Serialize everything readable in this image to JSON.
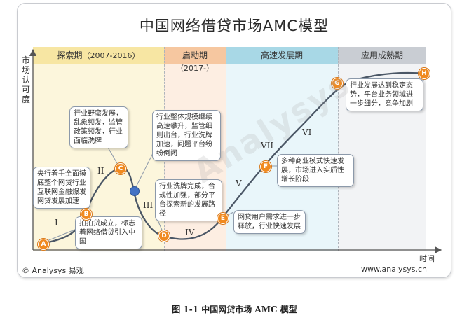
{
  "title": "中国网络借贷市场AMC模型",
  "y_axis_label": "市场认可度",
  "x_axis_label": "时间",
  "phases": [
    {
      "name": "探索期",
      "sub": "（2007-2016）",
      "color": "#f7e6a3",
      "shade": "#fcf6dc"
    },
    {
      "name": "启动期",
      "sub": "（2017-）",
      "color": "#f6c7a0",
      "shade": "#fdeee2"
    },
    {
      "name": "高速发展期",
      "sub": "",
      "color": "#a8d8e6",
      "shade": "#e9f6fa"
    },
    {
      "name": "应用成熟期",
      "sub": "",
      "color": "#c9cdd3",
      "shade": "#f2f3f5"
    }
  ],
  "points": [
    "A",
    "B",
    "C",
    "D",
    "E",
    "F",
    "G",
    "H"
  ],
  "stages": [
    "I",
    "II",
    "III",
    "IV",
    "V",
    "VI",
    "VII"
  ],
  "callouts": {
    "c1": "央行着手全面摸底整个网贷行业互联网金融爆发网贷发展加速",
    "c2": "行业野蛮发展，乱象频发，监管政策频发，行业面临洗牌",
    "c3": "行业整体规模继续高速攀升，监管细则出台，行业洗牌加速，问题平台纷纷倒闭",
    "c4": "行业洗牌完成，合规性加强，部分平台探索新的发展路径",
    "c5": "拍拍贷成立，标志着网络借贷引入中国",
    "c6": "网贷用户需求进一步释放，行业快速发展",
    "c7": "多种商业模式快速发展，市场进入实质性增长阶段",
    "c8": "行业发展达到稳定态势，平台业务领域进一步细分，竞争加剧"
  },
  "copyright": "© Analysys 易观",
  "website": "www.analysys.cn",
  "watermark": "Analysys",
  "caption": "图 1-1   中国网贷市场 AMC 模型",
  "colors": {
    "curve": "#4b5766",
    "point": "#f08a20",
    "inflection": "#4472c4"
  }
}
